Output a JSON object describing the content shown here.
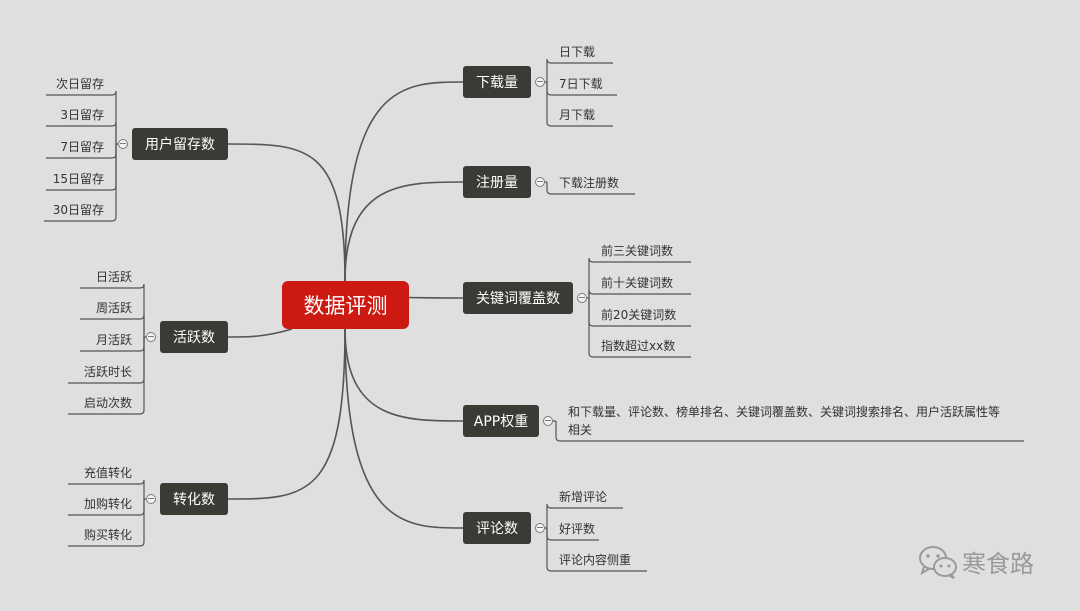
{
  "root": "数据评测",
  "right_branches": [
    {
      "label": "下载量",
      "children": [
        "日下载",
        "7日下载",
        "月下载"
      ]
    },
    {
      "label": "注册量",
      "children": [
        "下载注册数"
      ]
    },
    {
      "label": "关键词覆盖数",
      "children": [
        "前三关键词数",
        "前十关键词数",
        "前20关键词数",
        "指数超过xx数"
      ]
    },
    {
      "label": "APP权重",
      "children": [
        "和下载量、评论数、榜单排名、关键词覆盖数、关键词搜索排名、用户活跃属性等相关"
      ]
    },
    {
      "label": "评论数",
      "children": [
        "新增评论",
        "好评数",
        "评论内容侧重"
      ]
    }
  ],
  "left_branches": [
    {
      "label": "用户留存数",
      "children": [
        "次日留存",
        "3日留存",
        "7日留存",
        "15日留存",
        "30日留存"
      ]
    },
    {
      "label": "活跃数",
      "children": [
        "日活跃",
        "周活跃",
        "月活跃",
        "活跃时长",
        "启动次数"
      ]
    },
    {
      "label": "转化数",
      "children": [
        "充值转化",
        "加购转化",
        "购买转化"
      ]
    }
  ],
  "watermark": {
    "text": "寒食路",
    "icon": "wechat-icon"
  },
  "colors": {
    "background": "#dfdfdf",
    "root": "#cc1a12",
    "node": "#3b3a35",
    "line": "#555555"
  }
}
